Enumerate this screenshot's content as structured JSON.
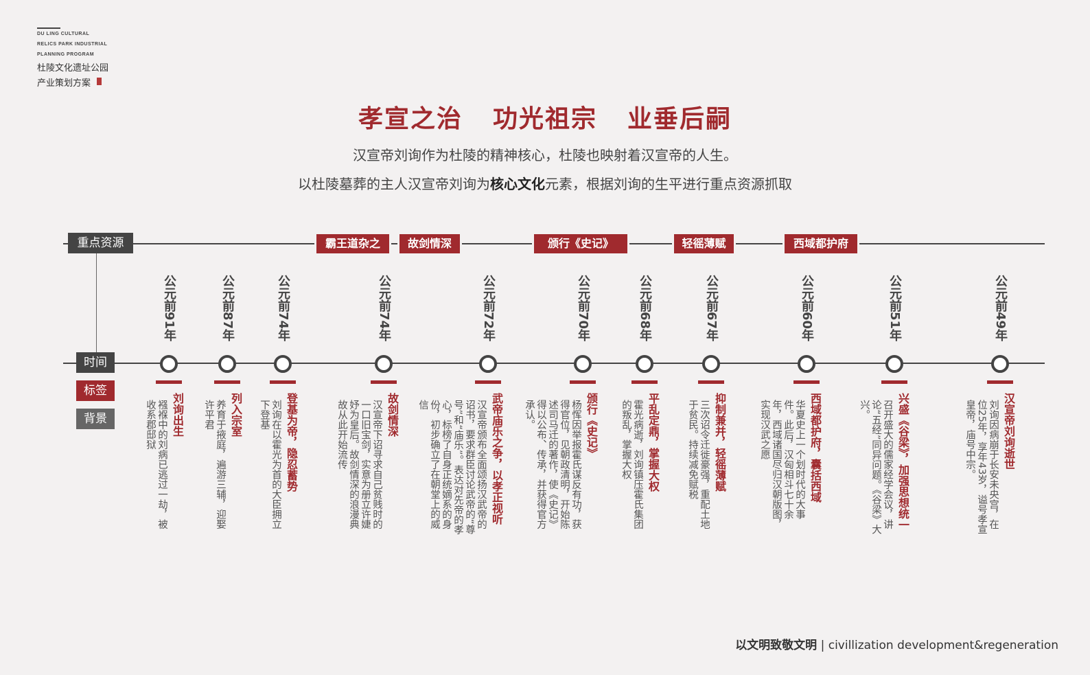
{
  "logo": {
    "en_lines": [
      "DU LING CULTURAL",
      "RELICS PARK INDUSTRIAL",
      "PLANNING PROGRAM"
    ],
    "cn_lines": [
      "杜陵文化遗址公园",
      "产业策划方案"
    ]
  },
  "title": [
    "孝宣之治",
    "功光祖宗",
    "业垂后嗣"
  ],
  "subtitle_1": "汉宣帝刘询作为杜陵的精神核心，杜陵也映射着汉宣帝的人生。",
  "subtitle_2": {
    "before": "以杜陵墓葬的主人汉宣帝刘询为",
    "bold": "核心文化",
    "after": "元素，根据刘询的生平进行重点资源抓取"
  },
  "row_labels": {
    "resources": "重点资源",
    "time": "时间",
    "tag": "标签",
    "background": "背景"
  },
  "resources": [
    "霸王道杂之",
    "故剑情深",
    "颁行《史记》",
    "轻徭薄赋",
    "西域都护府"
  ],
  "events": [
    {
      "year": "公元前91年",
      "label": "刘询出生",
      "desc": "襁褓中的刘病已逃过一劫，被收系郡邸狱"
    },
    {
      "year": "公元前87年",
      "label": "列入宗室",
      "desc": "养育于掖庭，遍游三辅，迎娶许平君"
    },
    {
      "year": "公元前74年",
      "label": "登基为帝，隐忍蓄势",
      "desc": "刘询在以霍光为首的大臣拥立下登基"
    },
    {
      "year": "公元前74年",
      "label": "故剑情深",
      "desc": "汉宣帝下诏寻求自己贫贱时的一口旧宝剑，实意为册立许婕妤为皇后。故剑情深的浪漫典故从此开始流传"
    },
    {
      "year": "公元前72年",
      "label": "武帝庙乐之争，以孝正视听",
      "desc": "汉宣帝颁布全面颂扬汉武帝的诏书，要求群臣讨论武帝的“尊号”和“庙乐”。表达对先帝的孝心，标榜了自身正统嫡系的身份，初步确立了在朝堂上的威信"
    },
    {
      "year": "公元前70年",
      "label": "颁行《史记》",
      "desc": "杨恽因举报霍氏谋反有功，获得官位，见朝政清明，开始陈述司马迁的著作，使《史记》得以公布、传承，并获得官方承认。"
    },
    {
      "year": "公元前68年",
      "label": "平乱定鼎，掌握大权",
      "desc": "霍光病逝，刘询镇压霍氏集团的叛乱，掌握大权"
    },
    {
      "year": "公元前67年",
      "label": "抑制兼并，轻徭薄赋",
      "desc": "三次诏令迁徙豪强，重配土地于贫民。持续减免赋税"
    },
    {
      "year": "公元前60年",
      "label": "西域都护府，囊括西域",
      "desc": "华夏史上一个划时代的大事件。此后，汉匈相斗七十余年，西域诸国尽归汉朝版图，实现汉武之愿"
    },
    {
      "year": "公元前51年",
      "label": "兴盛《谷梁》，加强思想统一",
      "desc": "召开盛大的儒家经学会议，讲论“五经”同异问题。《谷梁》大兴。"
    },
    {
      "year": "公元前49年",
      "label": "汉宣帝刘询逝世",
      "desc": "刘询因病崩于长安未央宫，在位25年，享年43岁，谥号孝宣皇帝，庙号中宗。"
    }
  ],
  "footer": {
    "cn": "以文明致敬文明",
    "separator": "|",
    "en": "civillization development&regeneration"
  }
}
